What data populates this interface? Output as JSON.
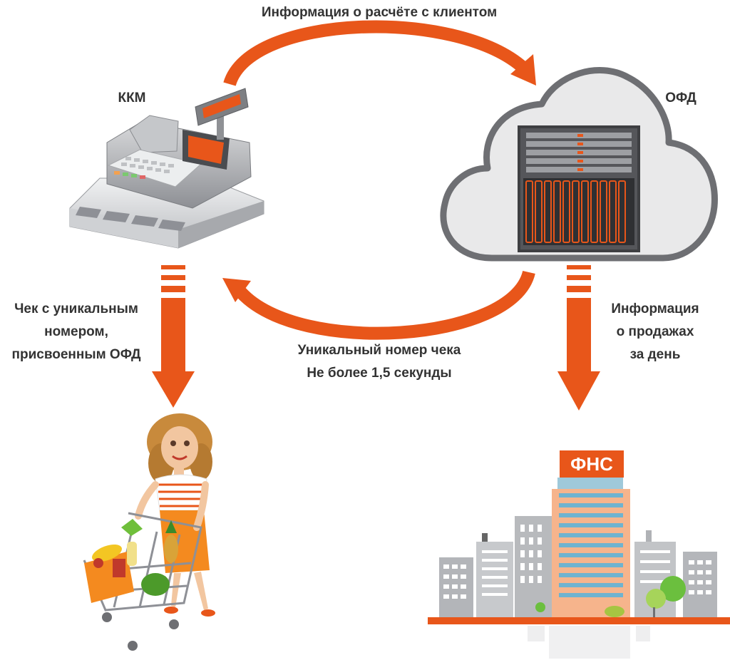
{
  "labels": {
    "top_flow": "Информация о расчёте с клиентом",
    "kkm": "ККМ",
    "ofd": "ОФД",
    "receipt_line1": "Чек с уникальным",
    "receipt_line2": "номером,",
    "receipt_line3": "присвоенным ОФД",
    "unique_line1": "Уникальный номер чека",
    "unique_line2": "Не более 1,5 секунды",
    "sales_line1": "Информация",
    "sales_line2": "о продажах",
    "sales_line3": "за день",
    "fns": "ФНС"
  },
  "colors": {
    "accent": "#E8561A",
    "cloud_fill": "#E9E9EA",
    "cloud_stroke": "#6E6F73",
    "ground": "#E8561A"
  }
}
